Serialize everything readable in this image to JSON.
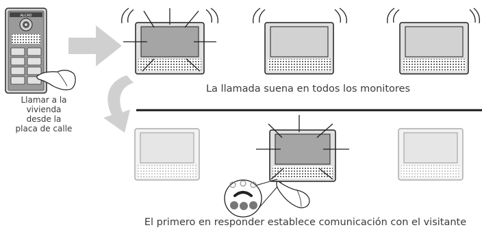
{
  "captions": {
    "top": "La llamada suena en todos los monitores",
    "bottom": "El primero en responder establece comunicación con el visitante"
  },
  "instruction_lines": [
    "Llamar a la",
    "vivienda",
    "desde la",
    "placa de calle"
  ],
  "panel_brand": "ALCAD",
  "colors": {
    "arrow": "#d0d0d0",
    "screen_active": "#a5a5a5",
    "screen_idle": "#d2d2d2",
    "outline": "#1e1e1e",
    "faded_outline": "#9a9a9a",
    "divider": "#1a1a1a",
    "handset": "#777777"
  },
  "icons": [
    "sound-wave-icon",
    "hand-icon",
    "handset-icon",
    "call-button-icon"
  ]
}
